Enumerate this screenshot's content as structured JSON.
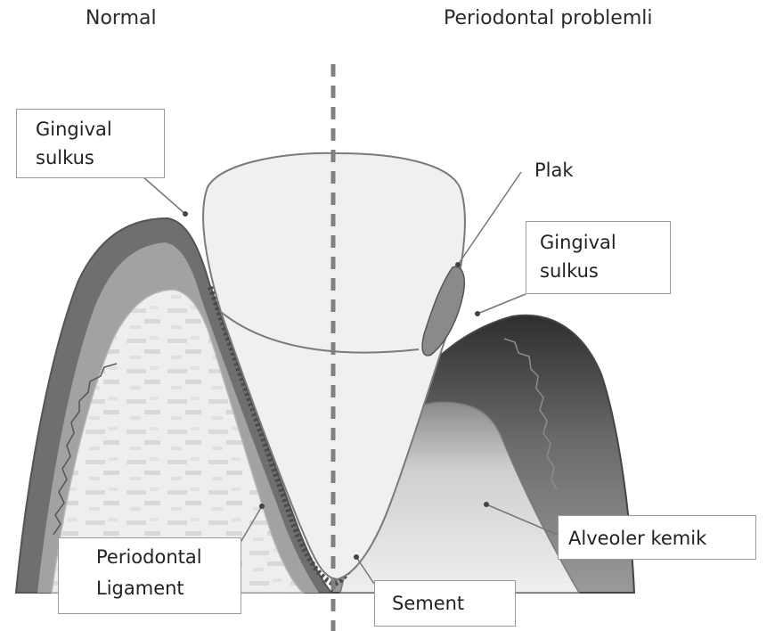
{
  "headings": {
    "normal": "Normal",
    "problem": "Periodontal problemli"
  },
  "labels": {
    "gingival_sulkus_left": [
      "Gingival",
      "sulkus"
    ],
    "plak": "Plak",
    "gingival_sulkus_right": [
      "Gingival",
      "sulkus"
    ],
    "periodontal_ligament": [
      "Periodontal",
      "Ligament"
    ],
    "alveoler_kemik": "Alveoler kemik",
    "sement": "Sement"
  },
  "colors": {
    "gum_dark": "#6e6e6e",
    "gum_mid": "#9c9c9c",
    "bone_light": "#ebebeb",
    "tooth_outline": "#777777",
    "plaque": "#8a8a8a",
    "divider": "#808080"
  }
}
